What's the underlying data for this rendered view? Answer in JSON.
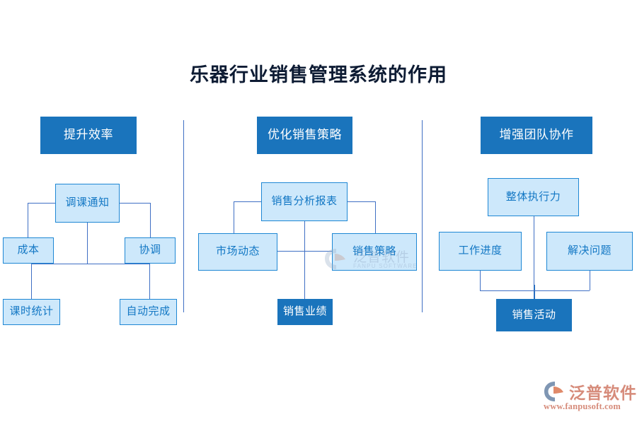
{
  "title": "乐器行业销售管理系统的作用",
  "columns": [
    {
      "header": "提升效率",
      "nodes": {
        "root": "调课通知",
        "left": "成本",
        "right": "协调",
        "bottom_left": "课时统计",
        "bottom_right": "自动完成"
      }
    },
    {
      "header": "优化销售策略",
      "nodes": {
        "root": "销售分析报表",
        "left": "市场动态",
        "right": "销售策略",
        "bottom": "销售业绩"
      }
    },
    {
      "header": "增强团队协作",
      "nodes": {
        "root": "整体执行力",
        "left": "工作进度",
        "right": "解决问题",
        "bottom": "销售活动"
      }
    }
  ],
  "watermark": {
    "text": "泛普软件",
    "subtext": "FANPU SOFTWARE"
  },
  "logo": {
    "text": "泛普软件",
    "url": "www.fanpusoft.com"
  },
  "colors": {
    "accent_dark": "#1a74bc",
    "accent_light_fill": "#cde8fb",
    "accent_border": "#1e87d4",
    "line": "#3f6fc4",
    "title_text": "#0d1b33",
    "logo": "#d68b7a"
  }
}
